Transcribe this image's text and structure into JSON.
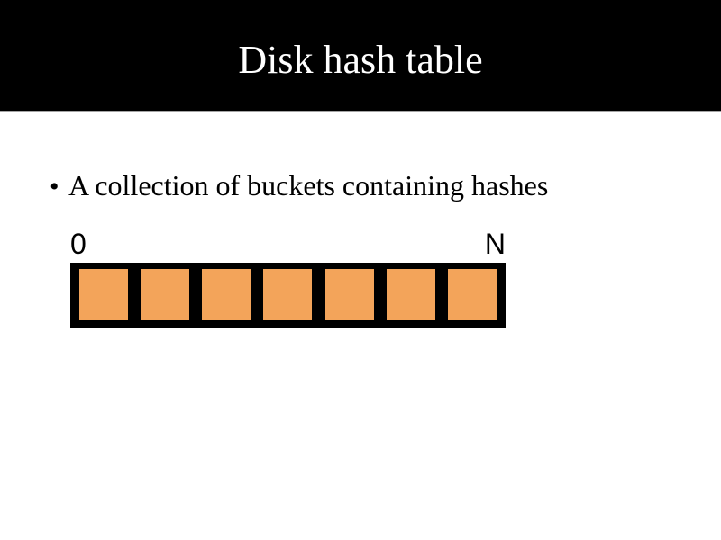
{
  "slide": {
    "header": {
      "title": "Disk hash table"
    },
    "body": {
      "bullet": {
        "marker": "•",
        "text": "A collection of buckets containing hashes"
      }
    },
    "diagram": {
      "start_label": "0",
      "end_label": "N",
      "bucket_count": 7
    },
    "colors": {
      "slide_background": "#FFFFFF",
      "header_background": "#000000",
      "header_divider": "#A4A4A4",
      "title_text": "#FFFFFF",
      "body_text": "#000000",
      "bar_background": "#000000",
      "bucket_fill": "#F3A45A"
    }
  }
}
